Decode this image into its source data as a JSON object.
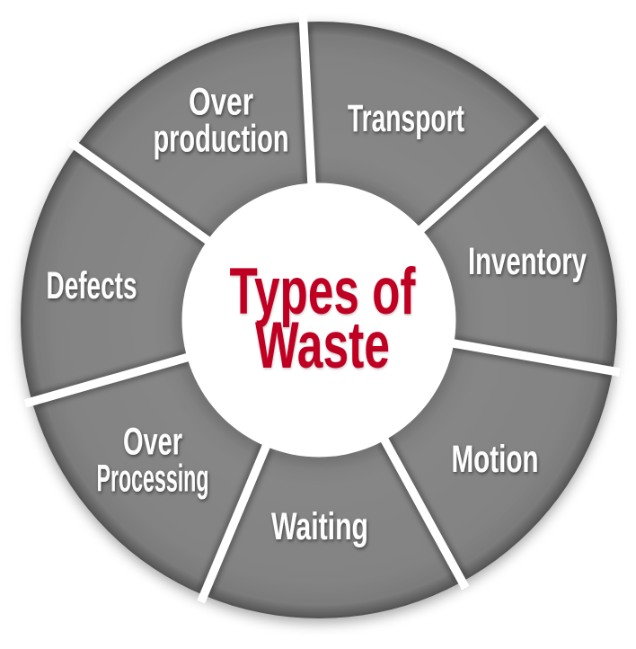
{
  "background": "#ffffff",
  "chart_data": {
    "type": "pie",
    "variant": "donut-wheel",
    "title": "Types of Waste",
    "center_label_lines": [
      "Types of",
      "Waste"
    ],
    "legend": "none",
    "start_angle_deg": -3,
    "segments_equal": true,
    "segments": [
      {
        "label": "Transport",
        "share_percent": 14.29,
        "lines": [
          "Transport"
        ],
        "pos": [
          452,
          131
        ],
        "line_widths": [
          130
        ]
      },
      {
        "label": "Inventory",
        "share_percent": 14.29,
        "lines": [
          "Inventory"
        ],
        "pos": [
          587,
          290
        ],
        "line_widths": [
          132
        ]
      },
      {
        "label": "Motion",
        "share_percent": 14.29,
        "lines": [
          "Motion"
        ],
        "pos": [
          551,
          510
        ],
        "line_widths": [
          97
        ]
      },
      {
        "label": "Waiting",
        "share_percent": 14.29,
        "lines": [
          "Waiting"
        ],
        "pos": [
          356,
          585
        ],
        "line_widths": [
          108
        ]
      },
      {
        "label": "Over Processing",
        "share_percent": 14.29,
        "lines": [
          "Over",
          "Processing"
        ],
        "pos": [
          170,
          511
        ],
        "line_widths": [
          66,
          125
        ]
      },
      {
        "label": "Defects",
        "share_percent": 14.29,
        "lines": [
          "Defects"
        ],
        "pos": [
          102,
          317
        ],
        "line_widths": [
          101
        ]
      },
      {
        "label": "Over production",
        "share_percent": 14.29,
        "lines": [
          "Over",
          "production"
        ],
        "pos": [
          246,
          133
        ],
        "line_widths": [
          72,
          151
        ]
      }
    ],
    "colors": {
      "segment_fill": "#838383",
      "segment_rim_shadow": "#565656",
      "divider_gap": "#ffffff",
      "label_text": "#fdfdfd",
      "center_fill": "#ffffff",
      "center_title": "#c00122",
      "background": "#ffffff"
    }
  }
}
